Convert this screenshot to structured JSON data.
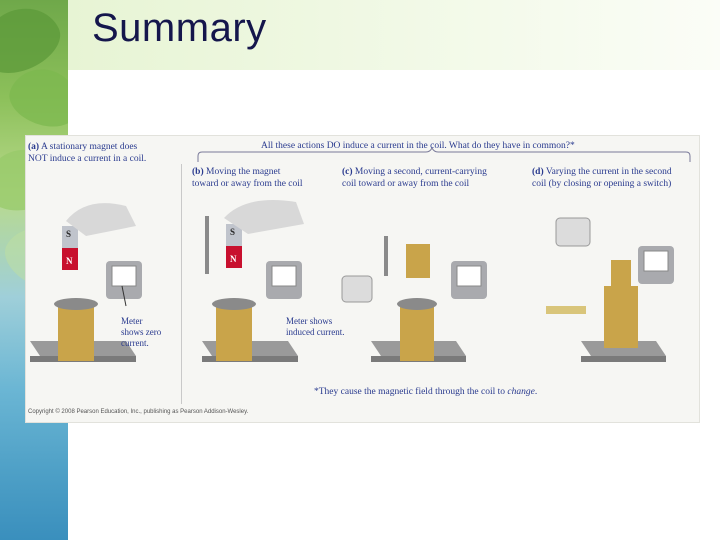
{
  "slide": {
    "title": "Summary"
  },
  "figure": {
    "panel_a": {
      "label": "(a)",
      "caption_line1": "A stationary magnet does",
      "caption_line2": "NOT induce a current in a coil.",
      "meter_note_line1": "Meter",
      "meter_note_line2": "shows zero",
      "meter_note_line3": "current."
    },
    "header": "All these actions DO induce a current in the coil. What do they have in common?*",
    "panel_b": {
      "label": "(b)",
      "caption_line1": "Moving the magnet",
      "caption_line2": "toward or away from the coil",
      "meter_note_line1": "Meter shows",
      "meter_note_line2": "induced current."
    },
    "panel_c": {
      "label": "(c)",
      "caption_line1": "Moving a second, current-carrying",
      "caption_line2": "coil toward or away from the coil"
    },
    "panel_d": {
      "label": "(d)",
      "caption_line1": "Varying the current in the second",
      "caption_line2": "coil (by closing or opening a switch)"
    },
    "magnet_s": "S",
    "magnet_n": "N",
    "footnote_main": "*They cause the magnetic field through the coil to ",
    "footnote_emph": "change",
    "footnote_end": ".",
    "copyright": "Copyright © 2008 Pearson Education, Inc., publishing as Pearson Addison-Wesley."
  },
  "colors": {
    "title": "#15164c",
    "caption_blue": "#2a3b8f",
    "magnet_red": "#c8102e",
    "coil_gold": "#c9a44a"
  }
}
